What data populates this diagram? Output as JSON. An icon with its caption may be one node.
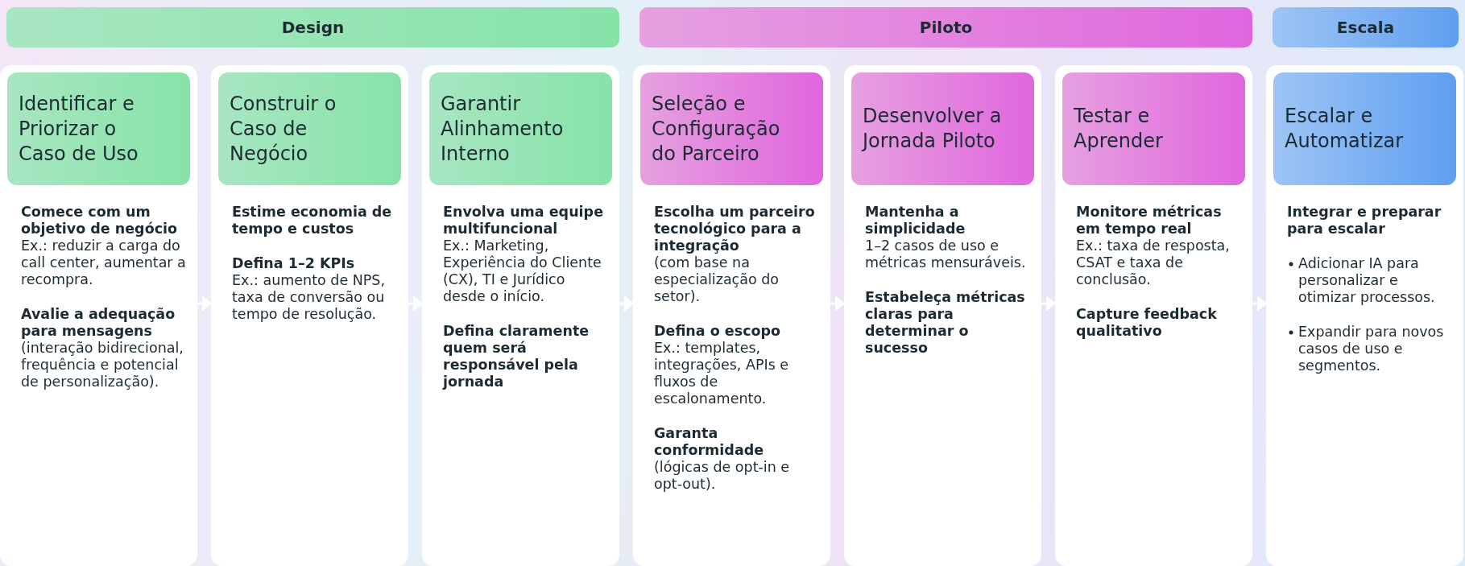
{
  "diagram": {
    "nodes": [
      {
        "text": [
          "Design"
        ]
      },
      {
        "text": [
          "Piloto"
        ]
      },
      {
        "text": [
          "Escala"
        ]
      },
      {
        "text": [
          "Identificar e Priorizar o Caso de Uso",
          "**Comece com um objetivo de negócio** Ex.: reduzir a carga do call center, aumentar a recompra.",
          "**Avalie a adequação para mensagens** (interação bidirecional, frequência e potencial de personalização)."
        ]
      },
      {
        "text": [
          "Construir o Caso de Negócio",
          "Estime economia de tempo e custos",
          "**Defina 1–2 KPIs** Ex.: aumento de NPS, taxa de conversão ou tempo de resolução."
        ]
      },
      {
        "text": [
          "Garantir Alinhamento Interno",
          "**Envolva uma equipe multifuncional** Ex.: Marketing, Experiência do Cliente (CX), TI e Jurídico desde o início.",
          "Defina claramente quem será responsável pela jornada"
        ]
      },
      {
        "text": [
          "Seleção e Configuração do Parceiro",
          "**Escolha um parceiro tecnológico para a integração** (com base na especialização do setor).",
          "**Defina o escopo** Ex.: templates, integrações, APIs e fluxos de escalonamento.",
          "**Garanta conformidade** (lógicas de opt-in e opt-out)."
        ]
      },
      {
        "text": [
          "Desenvolver a Jornada Piloto",
          "**Mantenha a simplicidade** 1–2 casos de uso e métricas mensuráveis.",
          "Estabeleça métricas claras para determinar o sucesso"
        ]
      },
      {
        "text": [
          "Testar e Aprender",
          "**Monitore métricas em tempo real** Ex.: taxa de resposta, CSAT e taxa de conclusão.",
          "Capture feedback qualitativo"
        ]
      },
      {
        "text": [
          "Escalar e Automatizar",
          "Integrar e preparar para escalar",
          "Adicionar IA para personalizar e otimizar processos.",
          "Expandir para novos casos de uso e segmentos."
        ]
      }
    ],
    "edges": [
      {
        "from": 3,
        "to": 4,
        "arrow": "to"
      },
      {
        "from": 4,
        "to": 5,
        "arrow": "to"
      },
      {
        "from": 5,
        "to": 6,
        "arrow": "to"
      },
      {
        "from": 6,
        "to": 7,
        "arrow": "to"
      },
      {
        "from": 7,
        "to": 8,
        "arrow": "to"
      },
      {
        "from": 8,
        "to": 9,
        "arrow": "to"
      }
    ]
  }
}
